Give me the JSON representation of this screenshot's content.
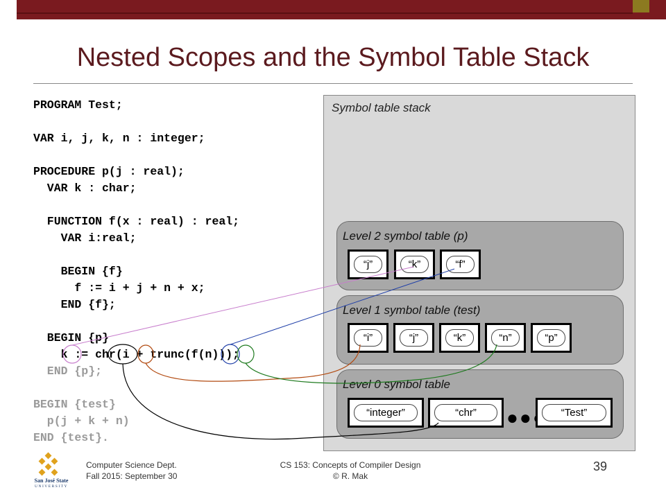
{
  "title": "Nested Scopes and the Symbol Table Stack",
  "code": {
    "program": "PROGRAM Test;",
    "vars": "VAR i, j, k, n : integer;",
    "proc": "PROCEDURE p(j : real);",
    "proc_var": "  VAR k : char;",
    "func": "  FUNCTION f(x : real) : real;",
    "func_var": "    VAR i:real;",
    "func_begin": "    BEGIN {f}",
    "func_stmt": "      f := i + j + n + x;",
    "func_end": "    END {f};",
    "proc_begin": "  BEGIN {p}",
    "proc_stmt": "    k := chr(i + trunc(f(n)));",
    "proc_end": "  END {p};",
    "main_begin": "BEGIN {test}",
    "main_stmt": "  p(j + k + n)",
    "main_end": "END {test}."
  },
  "stack": {
    "label": "Symbol table stack",
    "level2": {
      "label": "Level 2 symbol table (p)",
      "entries": [
        "“j”",
        "“k”",
        "“f”"
      ]
    },
    "level1": {
      "label": "Level 1 symbol table (test)",
      "entries": [
        "“i”",
        "“j”",
        "“k”",
        "“n”",
        "“p”"
      ]
    },
    "level0": {
      "label": "Level 0 symbol table",
      "entries": [
        "“integer”",
        "“chr”",
        "“Test”"
      ],
      "ellipsis": "●●●"
    }
  },
  "colors": {
    "k_link": "#c77ccc",
    "f_link": "#1f3fa8",
    "i_link": "#b24a10",
    "n_link": "#1e7a1e",
    "chr_link": "#000000"
  },
  "footer": {
    "dept": "Computer Science Dept.",
    "term": "Fall 2015: September 30",
    "course": "CS 153: Concepts of Compiler Design",
    "author": "© R. Mak",
    "page": "39"
  },
  "logo": {
    "icon": "sjsu-logo-icon",
    "text": "San José State UNIVERSITY"
  }
}
